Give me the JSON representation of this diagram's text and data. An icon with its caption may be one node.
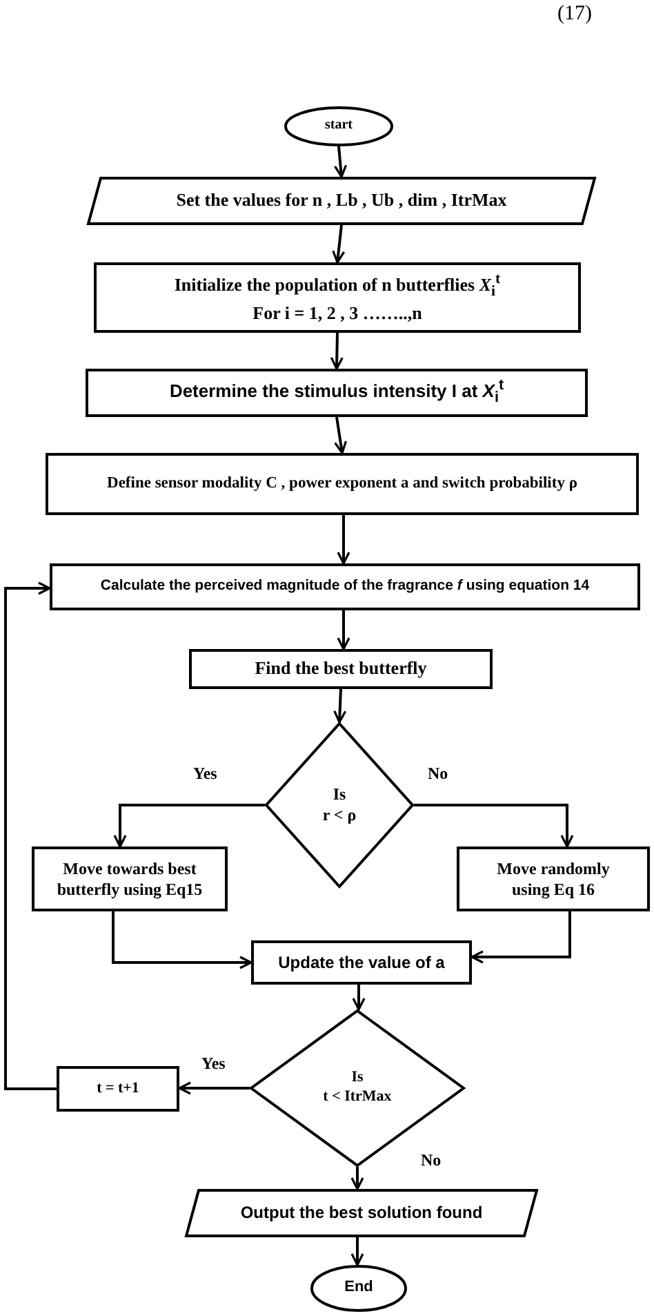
{
  "diagram": {
    "nodes": [
      {
        "text": [
          "start"
        ]
      },
      {
        "text": [
          "Set the values for n , Lb , Ub , dim , ItrMax"
        ]
      },
      {
        "text": [
          "Initialize the population of n butterflies *X*$_{i}$$^{t}$",
          "For i = 1, 2 , 3 ……..,n"
        ]
      },
      {
        "text": [
          "Determine the stimulus intensity I at *X*$_{i}$$^{t}$"
        ]
      },
      {
        "text": [
          "Define sensor modality C , power exponent a and switch probability ρ"
        ]
      },
      {
        "text": [
          "Calculate the perceived magnitude of the fragrance *f* using equation 14"
        ]
      },
      {
        "text": [
          "Find the best butterfly"
        ]
      },
      {
        "text": [
          "Is",
          "r < ρ"
        ]
      },
      {
        "text": [
          "Move towards best butterfly using Eq15"
        ]
      },
      {
        "text": [
          "Move randomly using Eq 16"
        ]
      },
      {
        "text": [
          "Update the value of a"
        ]
      },
      {
        "text": [
          "Is",
          "t < ItrMax"
        ]
      },
      {
        "text": [
          "t = t+1"
        ]
      },
      {
        "text": [
          "Output the best solution found"
        ]
      },
      {
        "text": [
          "End"
        ]
      }
    ],
    "edges": [
      {
        "from": 0,
        "to": 1,
        "arrow": "to"
      },
      {
        "from": 1,
        "to": 2,
        "arrow": "to"
      },
      {
        "from": 2,
        "to": 3,
        "arrow": "to"
      },
      {
        "from": 3,
        "to": 4,
        "arrow": "to"
      },
      {
        "from": 4,
        "to": 5,
        "arrow": "to"
      },
      {
        "from": 5,
        "to": 6,
        "arrow": "to"
      },
      {
        "from": 6,
        "to": 7,
        "arrow": "to"
      },
      {
        "from": 7,
        "to": 8,
        "arrow": "to",
        "label": "Yes"
      },
      {
        "from": 7,
        "to": 9,
        "arrow": "to",
        "label": "No"
      },
      {
        "from": 8,
        "to": 10,
        "arrow": "to"
      },
      {
        "from": 9,
        "to": 10,
        "arrow": "to"
      },
      {
        "from": 10,
        "to": 11,
        "arrow": "to"
      },
      {
        "from": 11,
        "to": 12,
        "arrow": "to",
        "label": "Yes"
      },
      {
        "from": 11,
        "to": 13,
        "arrow": "to",
        "label": "No"
      },
      {
        "from": 12,
        "to": 5,
        "arrow": "to"
      },
      {
        "from": 13,
        "to": 14,
        "arrow": "to"
      }
    ],
    "labels": [
      "(17)"
    ]
  }
}
